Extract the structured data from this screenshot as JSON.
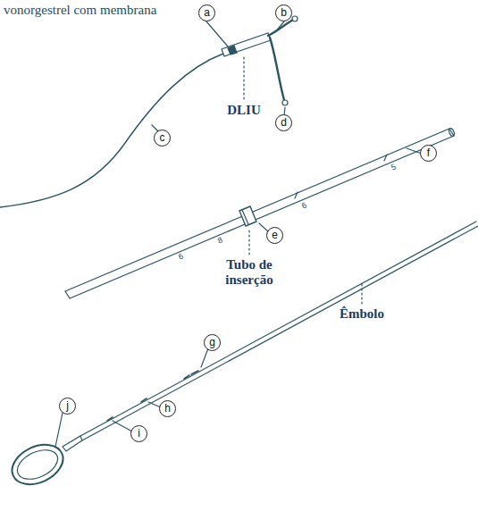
{
  "diagram": {
    "title": "vonorgestrel com membrana",
    "labels": [
      "a",
      "b",
      "c",
      "d",
      "DLIU",
      "6",
      "8",
      "6",
      "5",
      "e",
      "f",
      "Tubo de inserção",
      "Êmbolo",
      "g",
      "h",
      "i",
      "j"
    ]
  }
}
